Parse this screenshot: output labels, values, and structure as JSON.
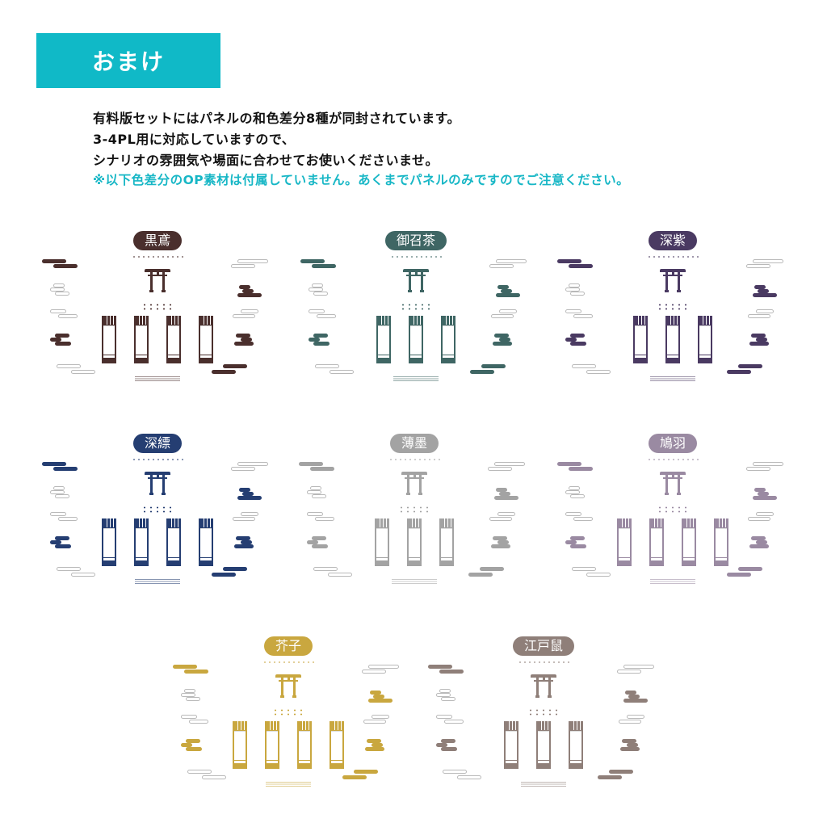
{
  "header": {
    "title": "おまけ",
    "banner_color": "#10b9c7"
  },
  "description": {
    "lines": [
      "有料版セットにはパネルの和色差分8種が同封されています。",
      "3-4PL用に対応していますので、",
      "シナリオの雰囲気や場面に合わせてお使いくださいませ。"
    ],
    "note": "※以下色差分のOP素材は付属していません。あくまでパネルのみですのでご注意ください。",
    "note_color": "#18b7c6"
  },
  "panels": [
    {
      "name": "黒鳶",
      "color": "#4a2f2d",
      "scrolls": 4
    },
    {
      "name": "御召茶",
      "color": "#3f6664",
      "scrolls": 3
    },
    {
      "name": "深紫",
      "color": "#4a3a62",
      "scrolls": 3
    },
    {
      "name": "深縹",
      "color": "#253e72",
      "scrolls": 4
    },
    {
      "name": "薄墨",
      "color": "#a3a3a3",
      "scrolls": 3
    },
    {
      "name": "鳩羽",
      "color": "#9a8aa2",
      "scrolls": 4
    },
    {
      "name": "芥子",
      "color": "#c9a73f",
      "scrolls": 4
    },
    {
      "name": "江戸鼠",
      "color": "#8f7f79",
      "scrolls": 3
    }
  ]
}
